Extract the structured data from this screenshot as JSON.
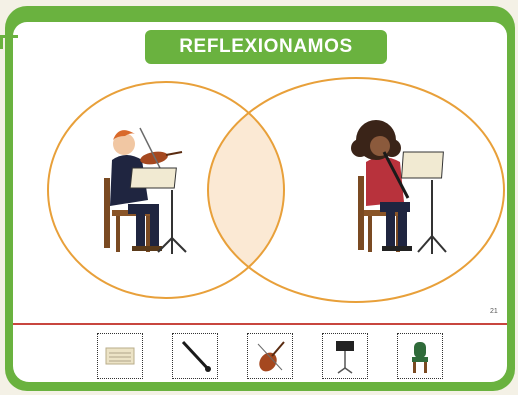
{
  "header": {
    "title": "REFLEXIONAMOS"
  },
  "page": {
    "number": "21"
  },
  "venn": {
    "left_figure": "violinist-illustration",
    "right_figure": "clarinetist-illustration",
    "outline_color": "#e8a03a",
    "overlap_color": "#fbe9d4"
  },
  "thumbnails": [
    {
      "icon": "sheet-music-icon"
    },
    {
      "icon": "clarinet-icon"
    },
    {
      "icon": "violin-icon"
    },
    {
      "icon": "music-stand-icon"
    },
    {
      "icon": "chair-icon"
    }
  ],
  "colors": {
    "frame": "#6ab23f",
    "divider": "#c8463f"
  }
}
